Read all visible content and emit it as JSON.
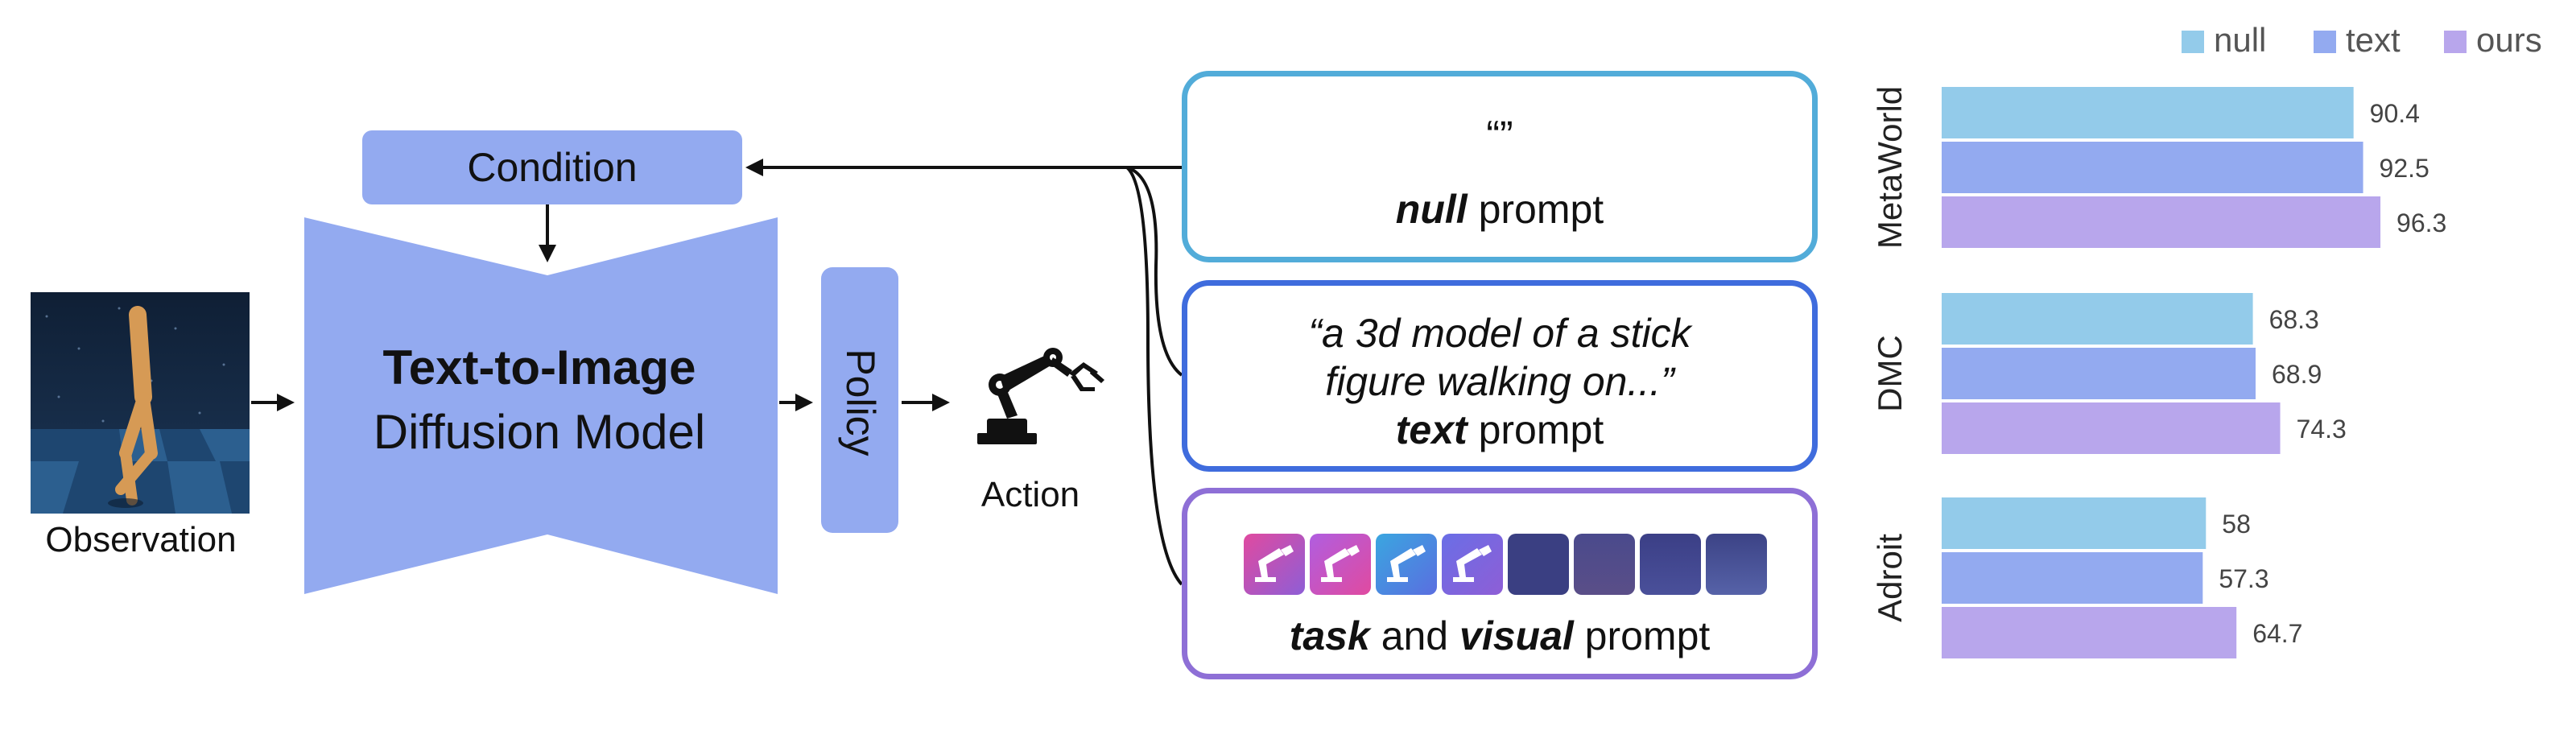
{
  "diagram": {
    "observation_label": "Observation",
    "condition_label": "Condition",
    "model_title": "Text-to-Image",
    "model_subtitle": "Diffusion Model",
    "policy_label": "Policy",
    "action_label": "Action"
  },
  "prompts": {
    "null": {
      "quote": "“”",
      "keyword": "null",
      "suffix": " prompt"
    },
    "text": {
      "line1": "“a 3d model of a stick",
      "line2": "figure walking on...”",
      "keyword": "text",
      "suffix": " prompt"
    },
    "task": {
      "keyword1": "task",
      "middle": " and ",
      "keyword2": "visual",
      "suffix": " prompt"
    }
  },
  "colors": {
    "model_blue": "#93aaf0",
    "null": "#93cbea",
    "text": "#93aaf0",
    "ours": "#b8a6ec"
  },
  "chart_data": {
    "type": "bar",
    "orientation": "horizontal",
    "categories": [
      "MetaWorld",
      "DMC",
      "Adroit"
    ],
    "series": [
      {
        "name": "null",
        "values": [
          90.4,
          68.3,
          58
        ]
      },
      {
        "name": "text",
        "values": [
          92.5,
          68.9,
          57.3
        ]
      },
      {
        "name": "ours",
        "values": [
          96.3,
          74.3,
          64.7
        ]
      }
    ],
    "value_labels": [
      [
        "90.4",
        "68.3",
        "58"
      ],
      [
        "92.5",
        "68.9",
        "57.3"
      ],
      [
        "96.3",
        "74.3",
        "64.7"
      ]
    ],
    "legend_position": "top-right",
    "axis_visible": false,
    "grid": false
  }
}
